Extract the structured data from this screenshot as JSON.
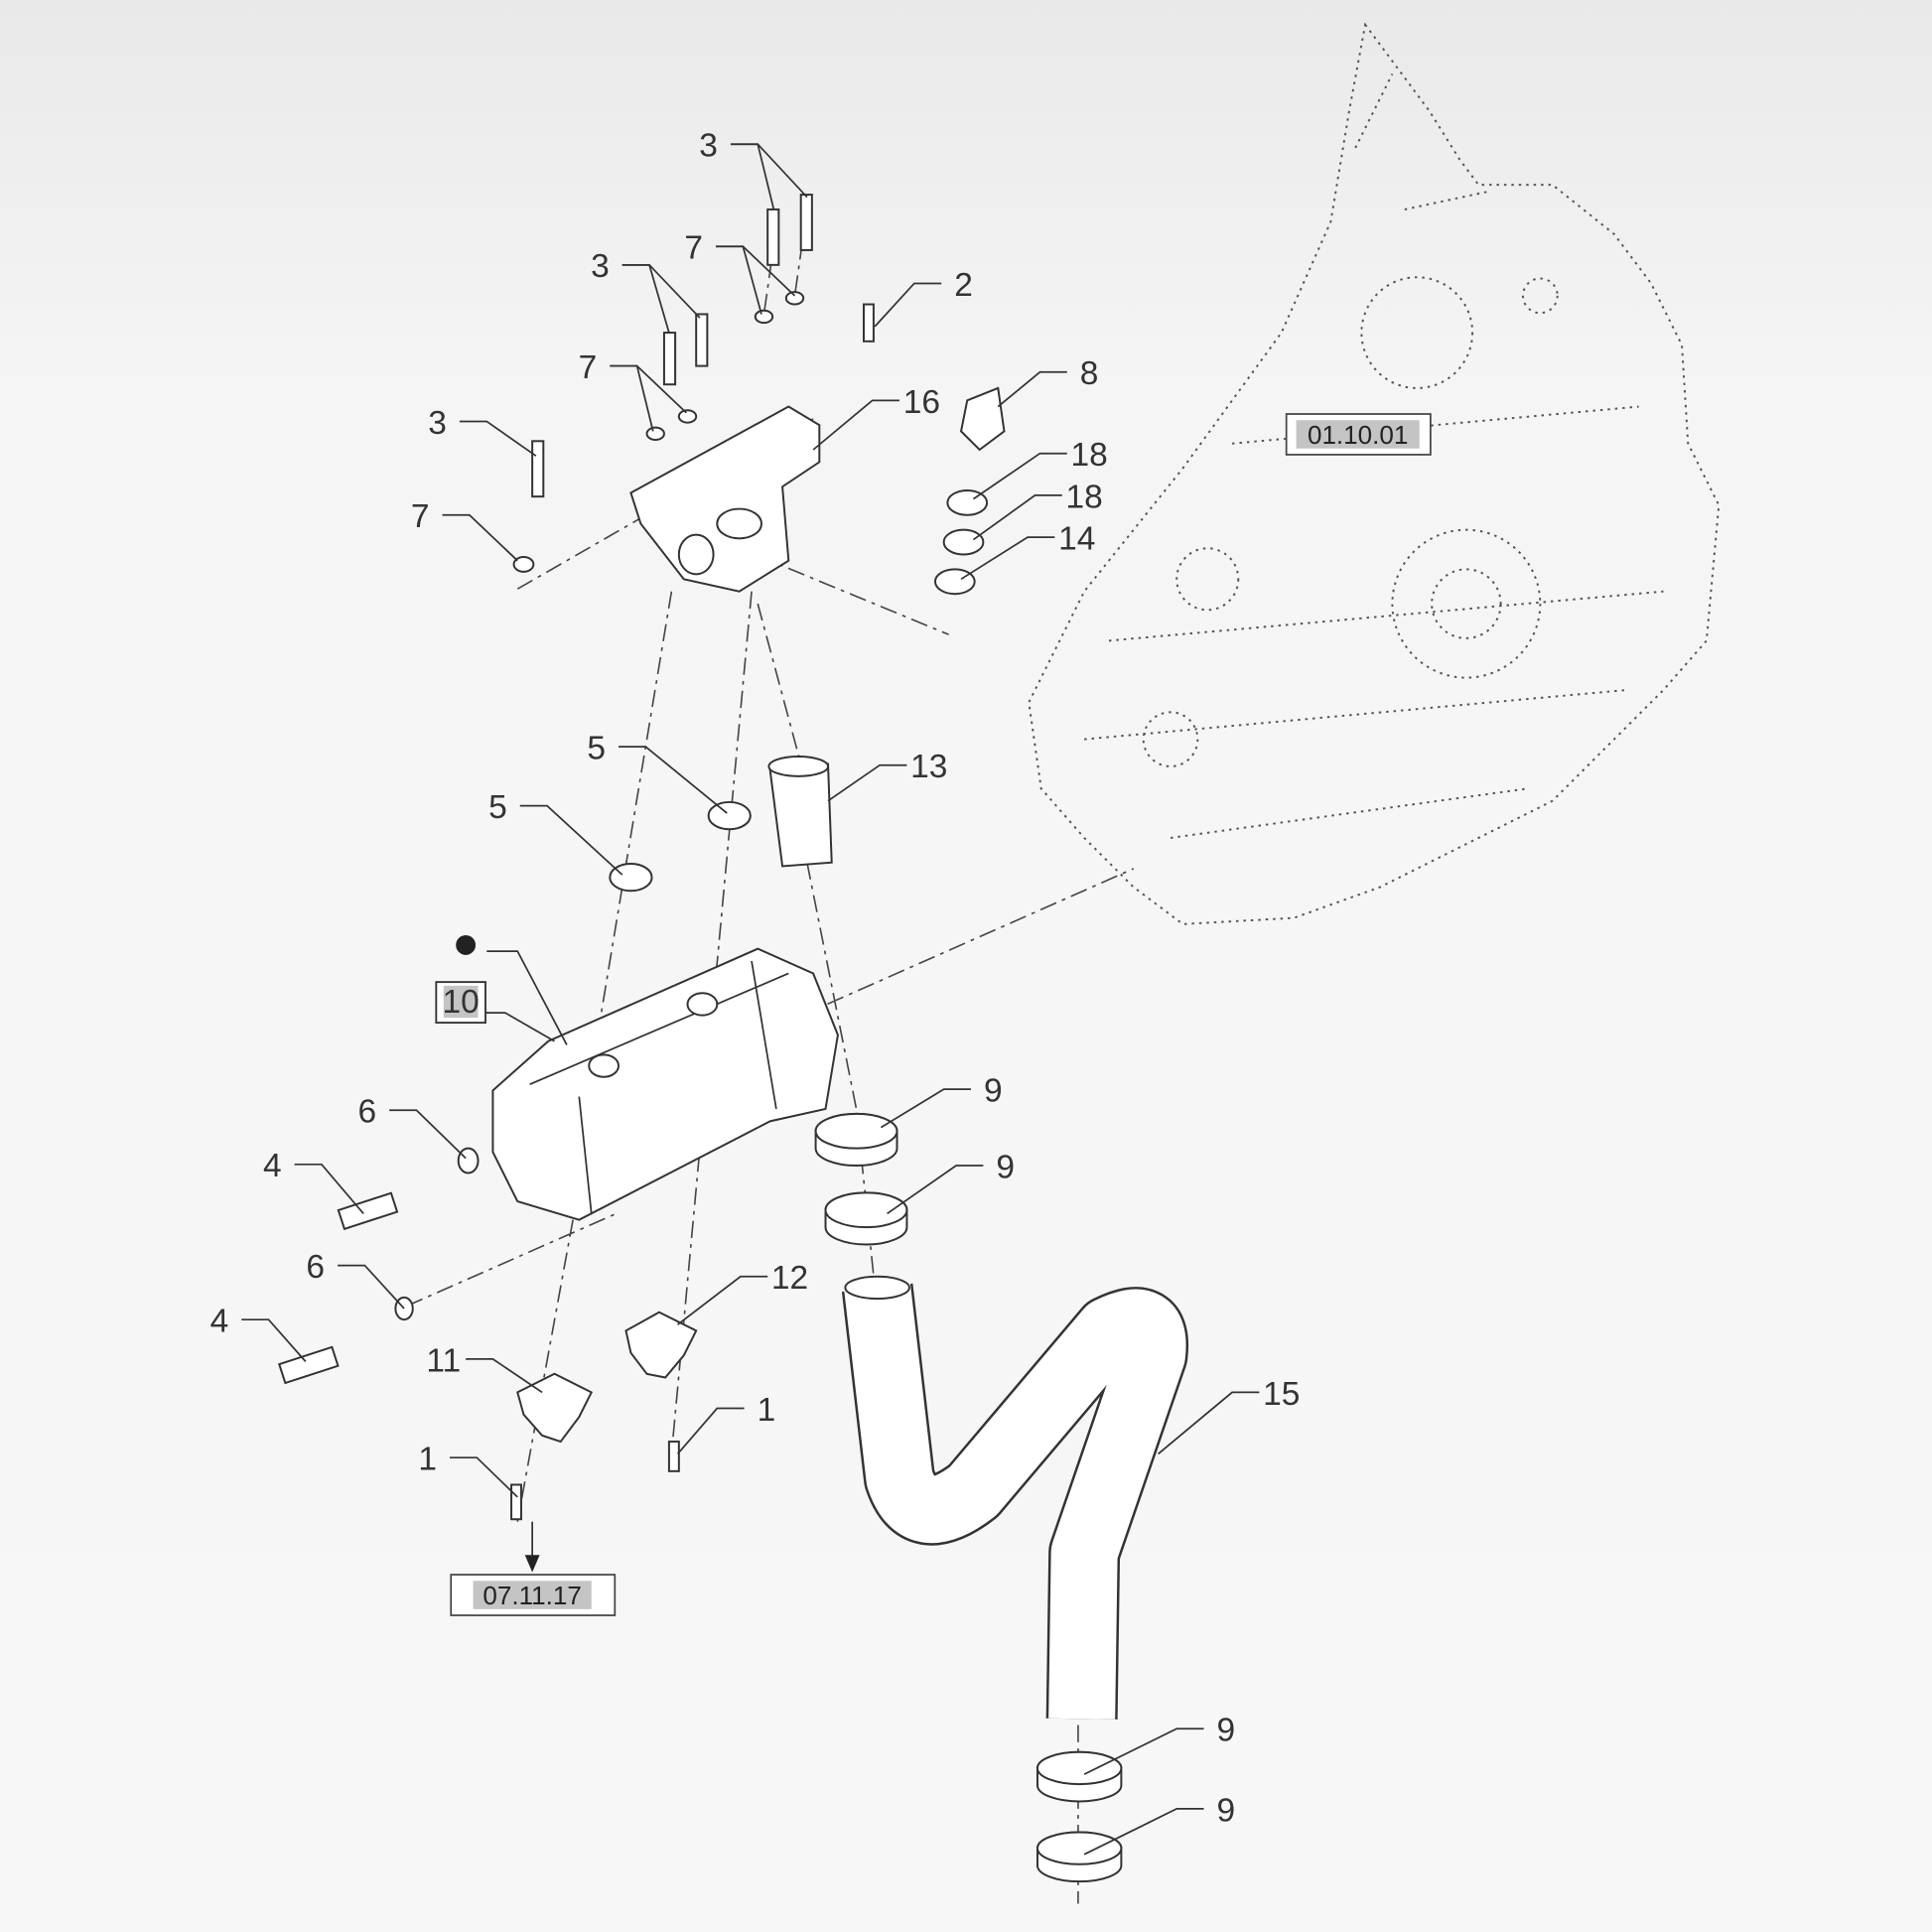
{
  "diagram": {
    "callouts": [
      "3",
      "7",
      "3",
      "2",
      "7",
      "16",
      "8",
      "3",
      "18",
      "18",
      "14",
      "7",
      "5",
      "13",
      "5",
      "9",
      "6",
      "4",
      "9",
      "6",
      "12",
      "4",
      "11",
      "15",
      "1",
      "1",
      "9",
      "9"
    ],
    "highlighted_item": "10",
    "references": {
      "transmission": "01.10.01",
      "downstream": "07.11.17"
    },
    "colors": {
      "line": "#333333",
      "ref_fill": "#c4c4c4",
      "background": "#f3f3f3"
    }
  }
}
